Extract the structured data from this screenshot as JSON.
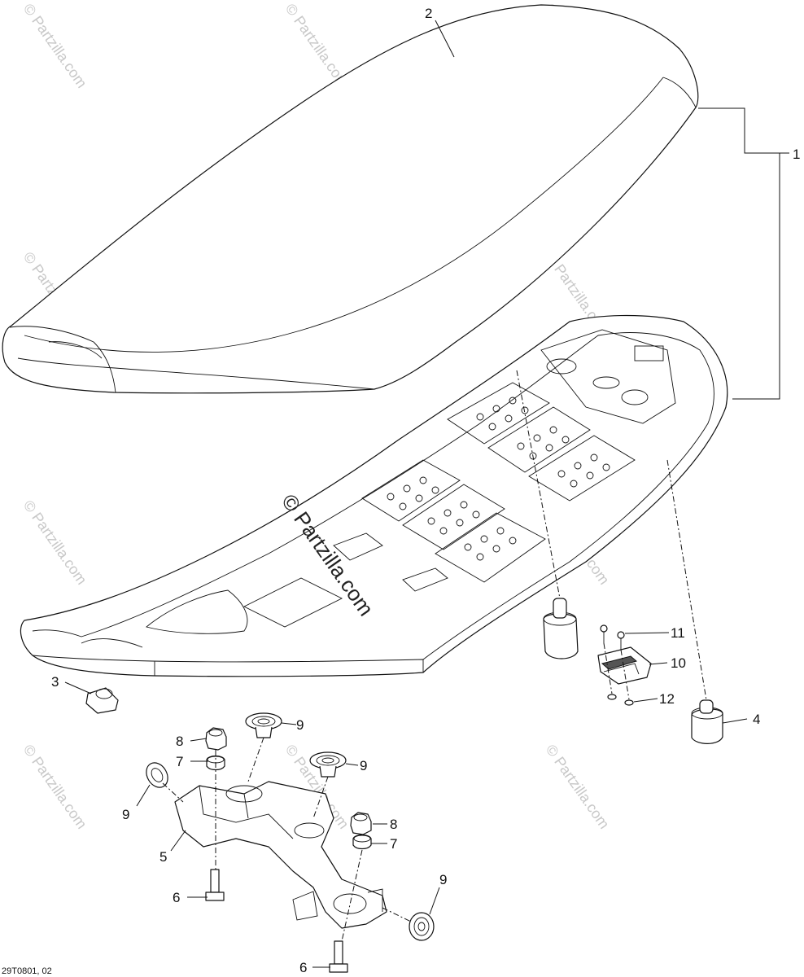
{
  "diagram": {
    "drawing_code": "29T0801, 02",
    "watermark": "© Partzilla.com",
    "callouts": {
      "c1": "1",
      "c2": "2",
      "c3": "3",
      "c4": "4",
      "c5": "5",
      "c6a": "6",
      "c6b": "6",
      "c7a": "7",
      "c7b": "7",
      "c8a": "8",
      "c8b": "8",
      "c9a": "9",
      "c9b": "9",
      "c9c": "9",
      "c9d": "9",
      "c10": "10",
      "c11": "11",
      "c12": "12"
    }
  }
}
